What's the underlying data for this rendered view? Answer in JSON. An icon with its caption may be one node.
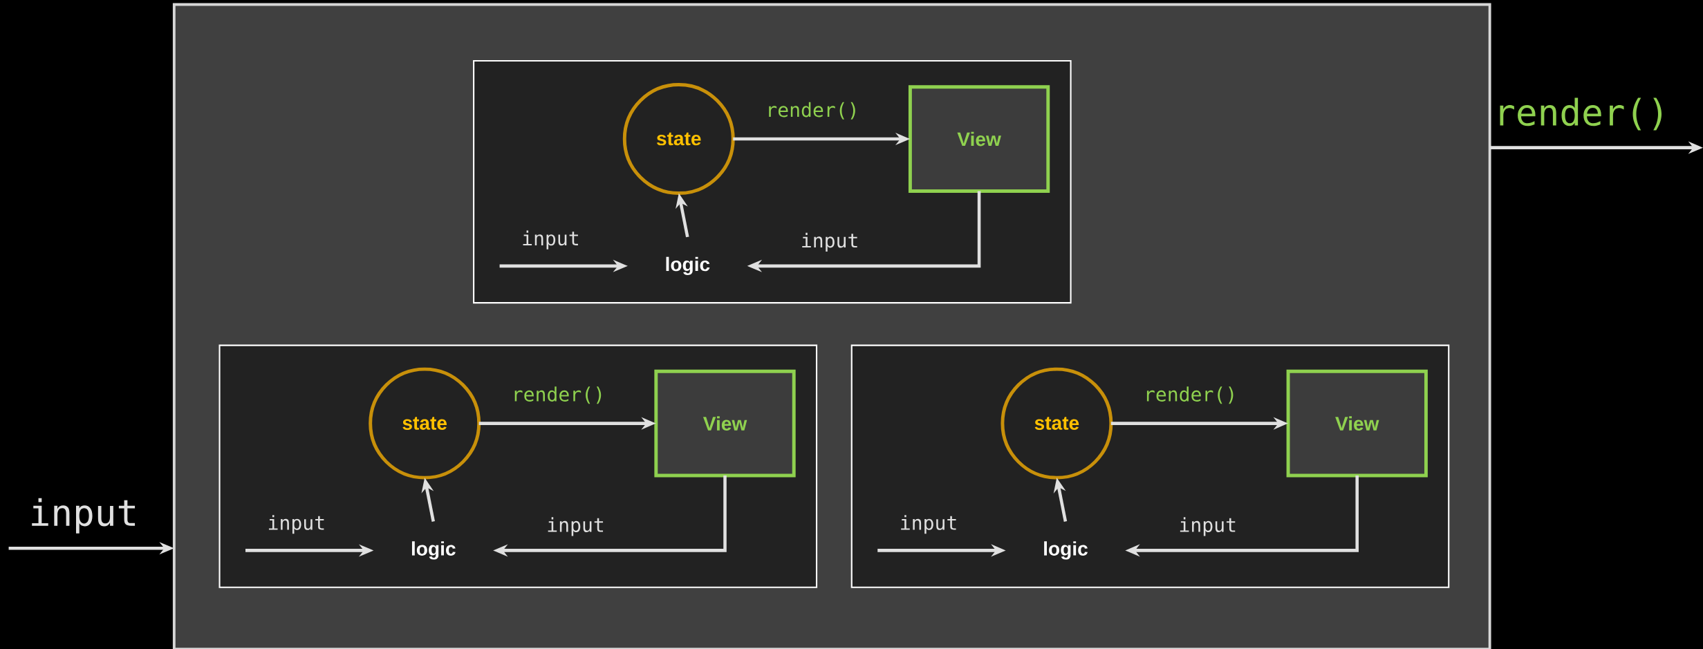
{
  "diagram": {
    "nodes": [
      {
        "text": [],
        "shape": "box"
      },
      {
        "text": [],
        "shape": "box",
        "in": 0
      },
      {
        "text": [
          "state"
        ],
        "in": 1
      },
      {
        "text": [
          "View"
        ],
        "in": 1
      },
      {
        "text": [
          "logic"
        ],
        "in": 1
      },
      {
        "text": [],
        "shape": "box",
        "in": 0
      },
      {
        "text": [
          "state"
        ],
        "in": 5
      },
      {
        "text": [
          "View"
        ],
        "in": 5
      },
      {
        "text": [
          "logic"
        ],
        "in": 5
      },
      {
        "text": [],
        "shape": "box",
        "in": 0
      },
      {
        "text": [
          "state"
        ],
        "in": 9
      },
      {
        "text": [
          "View"
        ],
        "in": 9
      },
      {
        "text": [
          "logic"
        ],
        "in": 9
      }
    ],
    "edges": [
      {
        "from": 2,
        "to": 3,
        "arrow": "to",
        "label": "render()"
      },
      {
        "from": 3,
        "to": 4,
        "arrow": "to",
        "label": "input"
      },
      {
        "from": 4,
        "to": 2,
        "arrow": "to"
      },
      {
        "from": null,
        "to": 4,
        "arrow": "to",
        "label": "input"
      },
      {
        "from": 6,
        "to": 7,
        "arrow": "to",
        "label": "render()"
      },
      {
        "from": 7,
        "to": 8,
        "arrow": "to",
        "label": "input"
      },
      {
        "from": 8,
        "to": 6,
        "arrow": "to"
      },
      {
        "from": null,
        "to": 8,
        "arrow": "to",
        "label": "input"
      },
      {
        "from": 10,
        "to": 11,
        "arrow": "to",
        "label": "render()"
      },
      {
        "from": 11,
        "to": 12,
        "arrow": "to",
        "label": "input"
      },
      {
        "from": 12,
        "to": 10,
        "arrow": "to"
      },
      {
        "from": null,
        "to": 12,
        "arrow": "to",
        "label": "input"
      },
      {
        "from": null,
        "to": 0,
        "arrow": "to",
        "label": "input"
      },
      {
        "from": 0,
        "to": null,
        "arrow": "to",
        "label": "render()"
      }
    ]
  }
}
